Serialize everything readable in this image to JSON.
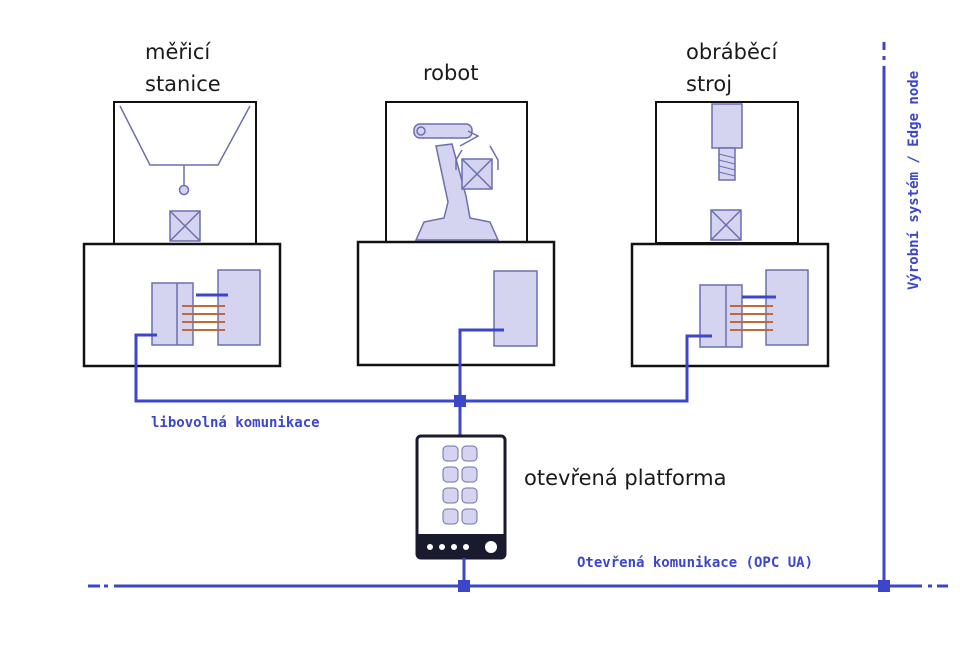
{
  "colors": {
    "network": "#3b46c8",
    "parts_fill": "#d4d4f0",
    "parts_stroke": "#6b6fb0",
    "coil": "#c0693a",
    "outline": "#111111"
  },
  "labels": {
    "measuring_station_line1": "měřicí",
    "measuring_station_line2": "stanice",
    "robot": "robot",
    "machine_line1": "obráběcí",
    "machine_line2": "stroj",
    "any_communication": "libovolná komunikace",
    "open_platform": "otevřená platforma",
    "open_communication": "Otevřená komunikace (OPC UA)",
    "edge_node": "Výrobní systém / Edge node"
  },
  "icons": {
    "measuring_probe": "measuring-probe-icon",
    "robot_arm": "robot-arm-icon",
    "spindle": "milling-spindle-icon",
    "workpiece": "crossed-box-icon",
    "tablet": "tablet-icon"
  }
}
